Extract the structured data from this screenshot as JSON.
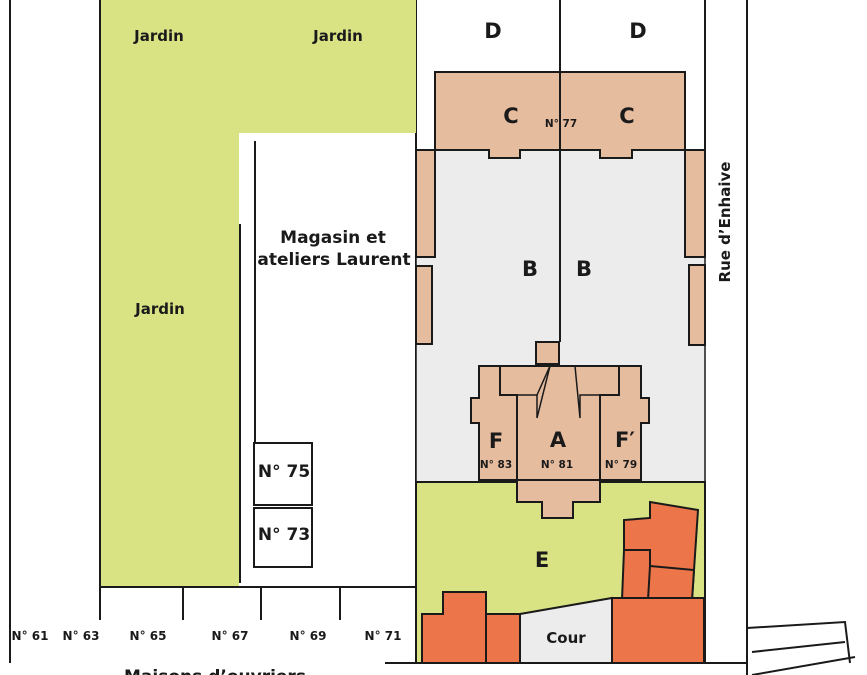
{
  "colors": {
    "garden": "#d9e384",
    "building": "#e6bc9f",
    "courtyard_grey": "#ececec",
    "annex": "#ec7649",
    "line": "#1a1a1a"
  },
  "gardens": {
    "top_left": "Jardin",
    "top_right": "Jardin",
    "middle": "Jardin"
  },
  "wings": {
    "d_left": "D",
    "d_right": "D",
    "c_left": "C",
    "c_right": "C",
    "c_number": "N° 77",
    "b_left": "B",
    "b_right": "B",
    "a": "A",
    "a_number": "N° 81",
    "f": "F",
    "f_number": "N° 83",
    "f_prime": "F′",
    "f_prime_number": "N° 79",
    "e": "E",
    "cour": "Cour"
  },
  "shop": {
    "line1": "Magasin et",
    "line2": "ateliers Laurent"
  },
  "small_lots": {
    "n75": "N° 75",
    "n73": "N° 73"
  },
  "street": "Rue d’Enhaive",
  "house_numbers": {
    "n61": "N° 61",
    "n63": "N° 63",
    "n65": "N° 65",
    "n67": "N° 67",
    "n69": "N° 69",
    "n71": "N° 71"
  },
  "bottom_caption": "Maisons d’ouvriers"
}
